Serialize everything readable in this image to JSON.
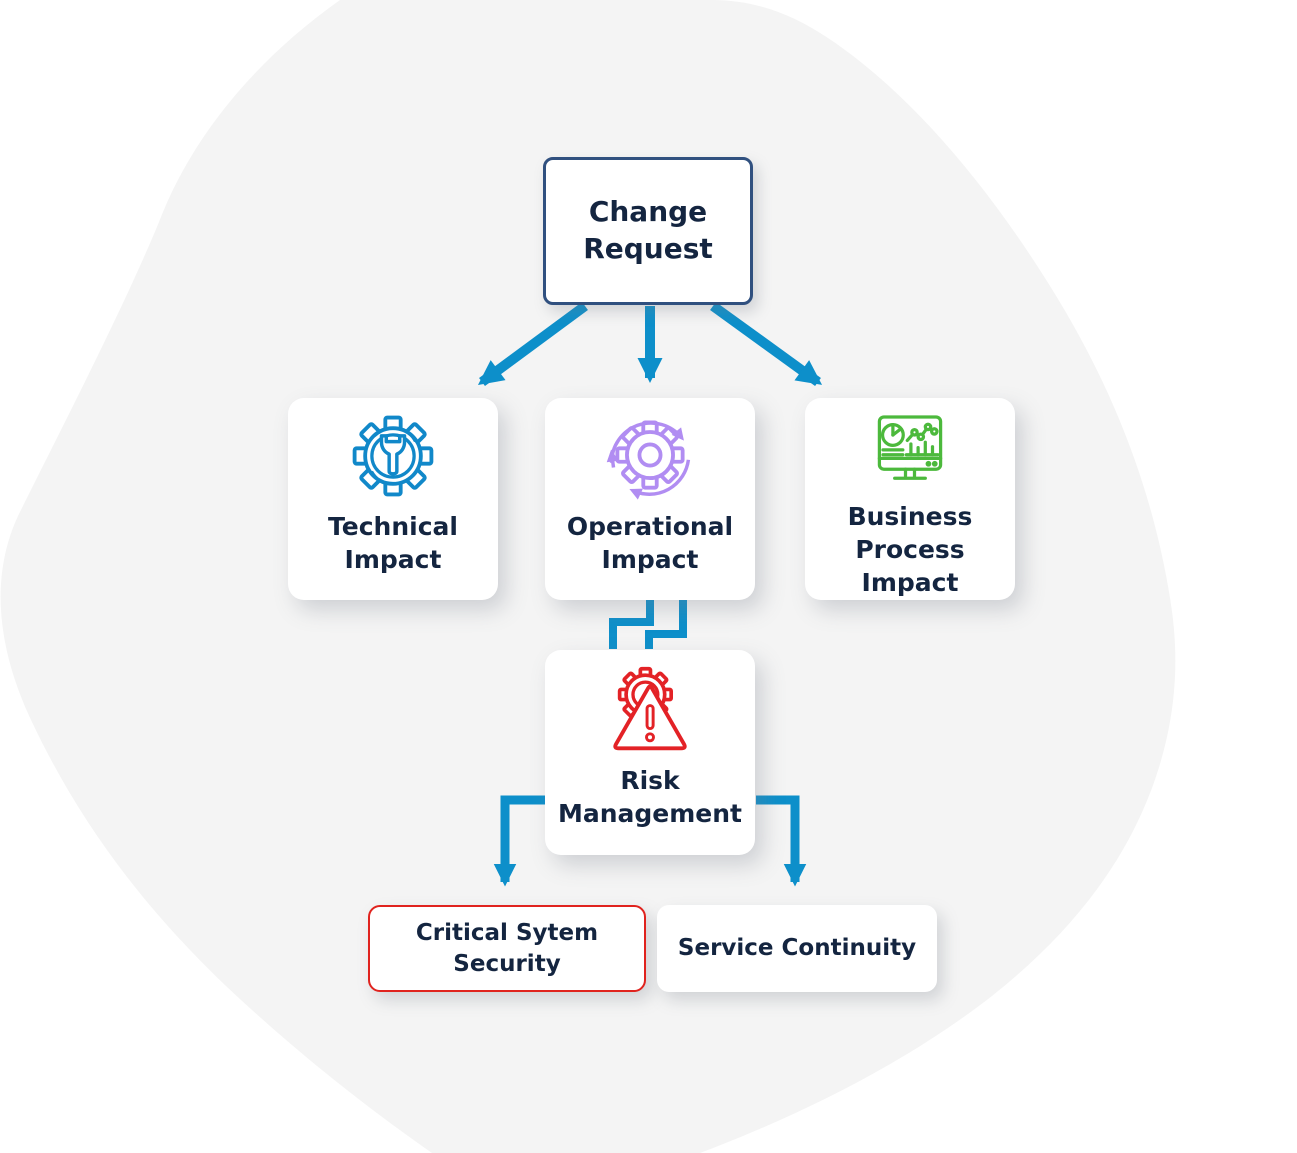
{
  "diagram": {
    "title": "Change Request impact assessment flowchart",
    "palette": {
      "background_blob": "#f4f4f4",
      "arrow_blue": "#0d8fca",
      "root_border_navy": "#30507f",
      "text_navy": "#142540",
      "technical_icon_blue": "#1188c9",
      "operational_icon_purple": "#b18df2",
      "business_icon_green": "#4cb93c",
      "risk_icon_red": "#e32226",
      "critical_border_red": "#e0231e"
    },
    "nodes": {
      "change_request": {
        "label": "Change Request"
      },
      "technical": {
        "label": "Technical Impact",
        "icon": "gear-wrench-icon"
      },
      "operational": {
        "label": "Operational Impact",
        "icon": "gear-sync-icon"
      },
      "business": {
        "label": "Business Process Impact",
        "icon": "analytics-monitor-icon"
      },
      "risk": {
        "label": "Risk Management",
        "icon": "alert-gear-icon"
      },
      "critical": {
        "label": "Critical Sytem Security"
      },
      "service": {
        "label": "Service Continuity"
      }
    },
    "edges": [
      {
        "from": "change_request",
        "to": "technical"
      },
      {
        "from": "change_request",
        "to": "operational"
      },
      {
        "from": "change_request",
        "to": "business"
      },
      {
        "from": "operational",
        "to": "risk"
      },
      {
        "from": "risk",
        "to": "critical"
      },
      {
        "from": "risk",
        "to": "service"
      }
    ]
  }
}
